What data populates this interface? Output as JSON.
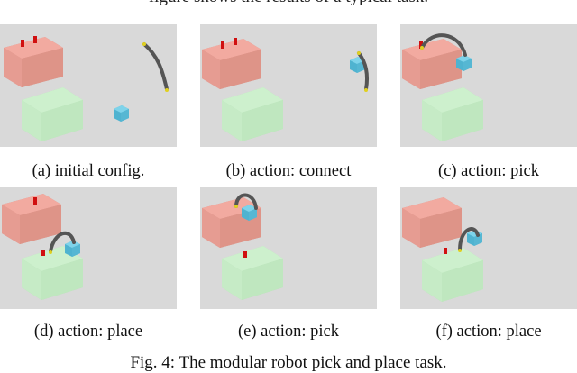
{
  "top_caption_fragment": "figure shows the results of a typical task.",
  "panels": [
    {
      "label": "(a) initial config."
    },
    {
      "label": "(b) action: connect"
    },
    {
      "label": "(c) action: pick"
    },
    {
      "label": "(d) action: place"
    },
    {
      "label": "(e) action: pick"
    },
    {
      "label": "(f) action: place"
    }
  ],
  "figure_caption": "Fig. 4: The modular robot pick and place task.",
  "colors": {
    "background": "#d9d9d9",
    "pink_block": "#e89a90",
    "green_block": "#bde7bd",
    "cube": "#5fc0dc",
    "arm": "#555555",
    "marker": "#d01010"
  }
}
